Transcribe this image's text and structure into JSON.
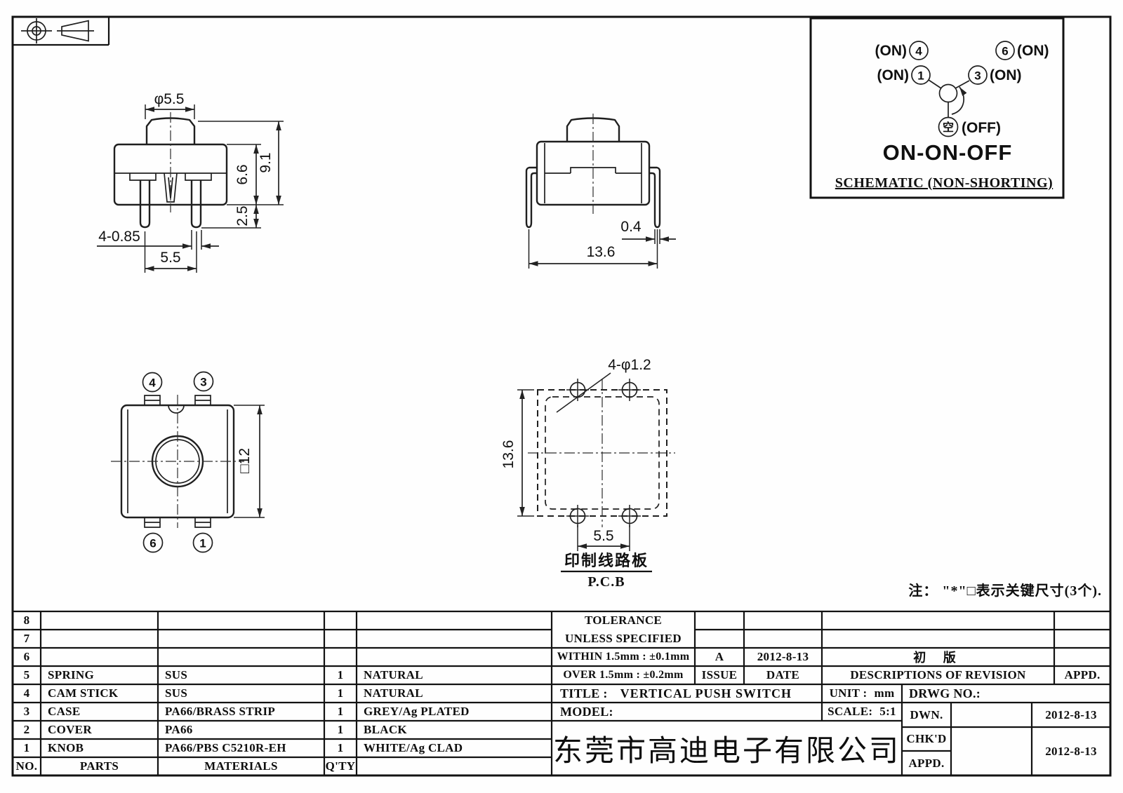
{
  "dims": {
    "front": {
      "knob_dia": "φ5.5",
      "total_h": "9.1",
      "body_h": "6.6",
      "pin_len": "2.5",
      "pin_spec": "4-0.85",
      "pitch": "5.5"
    },
    "side": {
      "pin_t": "0.4",
      "width": "13.6"
    },
    "bottom": {
      "square": "□12"
    },
    "pcb": {
      "holes": "4-φ1.2",
      "height": "13.6",
      "pitch": "5.5",
      "board_cn": "印制线路板",
      "board_en": "P.C.B"
    }
  },
  "terminals": {
    "tl": "4",
    "tr": "3",
    "bl": "6",
    "br": "1"
  },
  "schematic": {
    "on": "(ON)",
    "t4": "4",
    "t6": "6",
    "t1": "1",
    "t3": "3",
    "off_sym": "空",
    "off": "(OFF)",
    "mode": "ON-ON-OFF",
    "caption": "SCHEMATIC (NON-SHORTING)"
  },
  "note": "注： \"*\"□表示关键尺寸(3个).",
  "parts_table": {
    "headers": {
      "no": "NO.",
      "parts": "PARTS",
      "materials": "MATERIALS",
      "qty": "Q'TY"
    },
    "rows": [
      {
        "no": "8",
        "part": "",
        "material": "",
        "qty": "",
        "finish": ""
      },
      {
        "no": "7",
        "part": "",
        "material": "",
        "qty": "",
        "finish": ""
      },
      {
        "no": "6",
        "part": "",
        "material": "",
        "qty": "",
        "finish": ""
      },
      {
        "no": "5",
        "part": "SPRING",
        "material": "SUS",
        "qty": "1",
        "finish": "NATURAL"
      },
      {
        "no": "4",
        "part": "CAM STICK",
        "material": "SUS",
        "qty": "1",
        "finish": "NATURAL"
      },
      {
        "no": "3",
        "part": "CASE",
        "material": "PA66/BRASS STRIP",
        "qty": "1",
        "finish": "GREY/Ag PLATED"
      },
      {
        "no": "2",
        "part": "COVER",
        "material": "PA66",
        "qty": "1",
        "finish": "BLACK"
      },
      {
        "no": "1",
        "part": "KNOB",
        "material": "PA66/PBS C5210R-EH",
        "qty": "1",
        "finish": "WHITE/Ag CLAD"
      }
    ]
  },
  "title_block": {
    "tolerance_title": "TOLERANCE",
    "tolerance_sub": "UNLESS  SPECIFIED",
    "tol_within": "WITHIN 1.5mm : ±0.1mm",
    "tol_over": "OVER 1.5mm : ±0.2mm",
    "issue_value": "A",
    "issue_date": "2012-8-13",
    "revision_desc": "初 版",
    "issue_label": "ISSUE",
    "date_label": "DATE",
    "desc_label": "DESCRIPTIONS OF REVISION",
    "appd_header": "APPD.",
    "title_label": "TITLE :",
    "title_value": "VERTICAL PUSH SWITCH",
    "unit_label": "UNIT :",
    "unit_value": "mm",
    "drwg_label": "DRWG NO.:",
    "model_label": "MODEL:",
    "scale_label": "SCALE:",
    "scale_value": "5:1",
    "dwn_label": "DWN.",
    "dwn_date": "2012-8-13",
    "chkd_label": "CHK'D",
    "chkd_date": "2012-8-13",
    "appd_label": "APPD.",
    "company": "东莞市高迪电子有限公司"
  }
}
